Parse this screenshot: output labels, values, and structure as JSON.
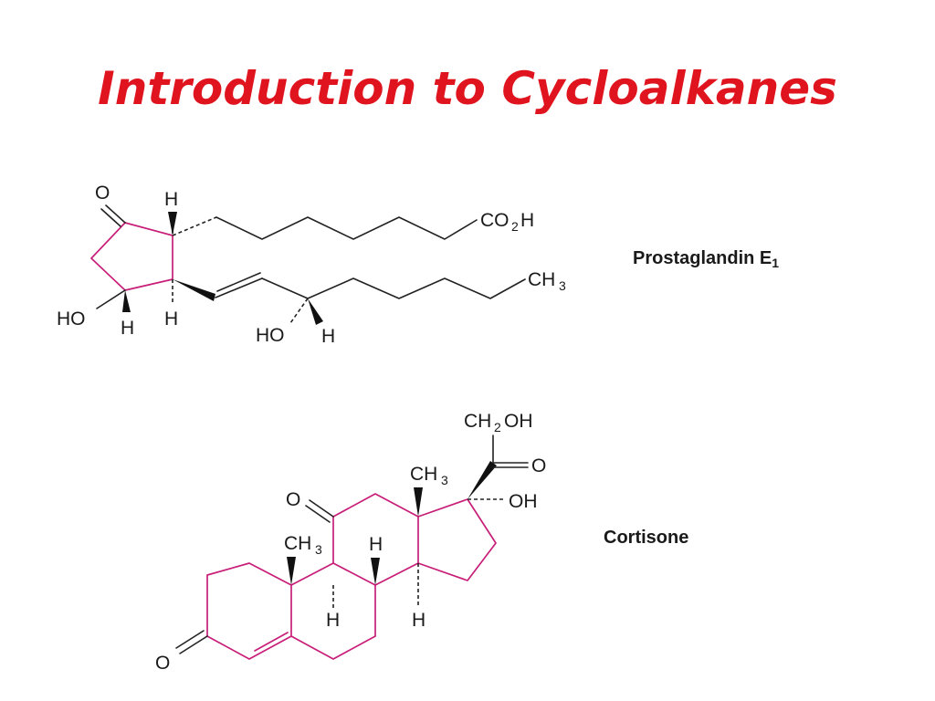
{
  "slide": {
    "title": "Introduction to Cycloalkanes"
  },
  "compounds": [
    {
      "name": "Prostaglandin E",
      "name_subscript": "1",
      "labels": {
        "keto_o": "O",
        "h_top": "H",
        "co2h_prefix": "CO",
        "co2h_sub": "2",
        "co2h_suffix": "H",
        "ch3_prefix": "CH",
        "ch3_sub": "3",
        "ho_ring": "HO",
        "h_ring_low": "H",
        "h_ring_right": "H",
        "ho_chain": "HO",
        "h_chain": "H"
      }
    },
    {
      "name": "Cortisone",
      "labels": {
        "ch2oh_prefix": "CH",
        "ch2oh_sub": "2",
        "ch2oh_suffix": "OH",
        "side_o": "O",
        "oh": "OH",
        "ch3_top_prefix": "CH",
        "ch3_top_sub": "3",
        "keto_c11": "O",
        "ch3_left_prefix": "CH",
        "ch3_left_sub": "3",
        "h_c8": "H",
        "h_c9": "H",
        "h_c14": "H",
        "keto_c3": "O"
      }
    }
  ]
}
